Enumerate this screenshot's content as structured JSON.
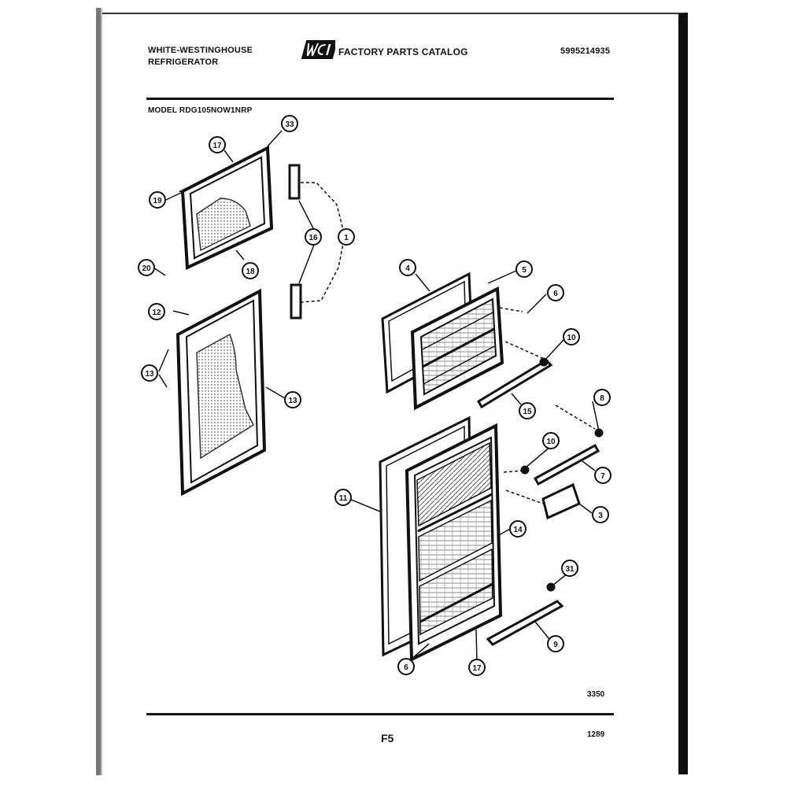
{
  "header": {
    "brand_line1": "WHITE-WESTINGHOUSE",
    "brand_line2": "REFRIGERATOR",
    "catalog_title": "FACTORY PARTS CATALOG",
    "catalog_number": "5995214935",
    "model_label": "MODEL RDG105NOW1NRP",
    "logo_text": "WCI"
  },
  "footer": {
    "code_right_top": "3350",
    "page_label": "F5",
    "code_right_bottom": "1289"
  },
  "callouts": [
    {
      "id": "c1",
      "label": "17"
    },
    {
      "id": "c2",
      "label": "33"
    },
    {
      "id": "c3",
      "label": "19"
    },
    {
      "id": "c4",
      "label": "20"
    },
    {
      "id": "c5",
      "label": "18"
    },
    {
      "id": "c6",
      "label": "16"
    },
    {
      "id": "c7",
      "label": "1"
    },
    {
      "id": "c8",
      "label": "12"
    },
    {
      "id": "c9",
      "label": "13"
    },
    {
      "id": "c10",
      "label": "13"
    },
    {
      "id": "c11",
      "label": "4"
    },
    {
      "id": "c12",
      "label": "5"
    },
    {
      "id": "c13",
      "label": "6"
    },
    {
      "id": "c14",
      "label": "10"
    },
    {
      "id": "c15",
      "label": "15"
    },
    {
      "id": "c16",
      "label": "8"
    },
    {
      "id": "c17",
      "label": "10"
    },
    {
      "id": "c18",
      "label": "7"
    },
    {
      "id": "c19",
      "label": "11"
    },
    {
      "id": "c20",
      "label": "14"
    },
    {
      "id": "c21",
      "label": "3"
    },
    {
      "id": "c22",
      "label": "31"
    },
    {
      "id": "c23",
      "label": "9"
    },
    {
      "id": "c24",
      "label": "6"
    },
    {
      "id": "c25",
      "label": "17"
    }
  ]
}
